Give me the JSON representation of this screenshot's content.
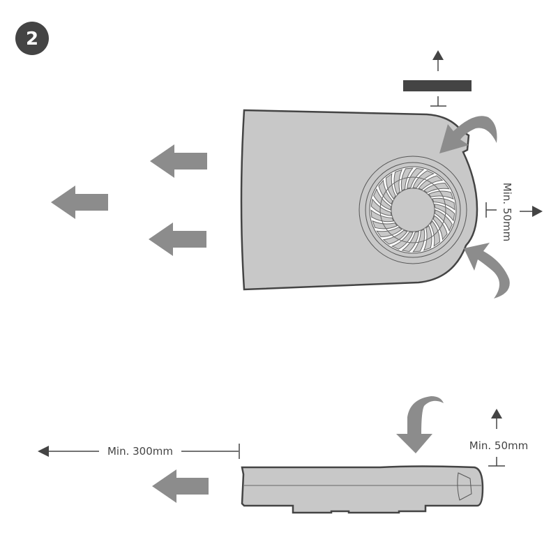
{
  "step_badge": {
    "number": "2"
  },
  "top_view": {
    "side_clearance_label": "Min. 50mm"
  },
  "side_view": {
    "rear_clearance_label": "Min. 300mm",
    "top_clearance_label": "Min. 50mm"
  },
  "colors": {
    "body": "#c8c8c8",
    "outline": "#444444",
    "airflow": "#8c8c8c",
    "dark": "#444444"
  }
}
